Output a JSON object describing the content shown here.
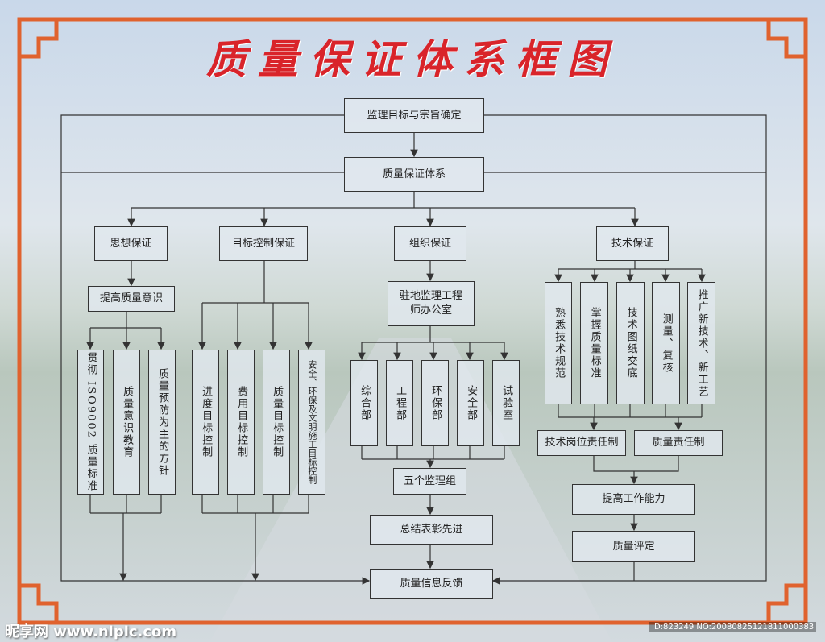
{
  "title": "质量保证体系框图",
  "nodes": {
    "goal": "监理目标与宗旨确定",
    "system": "质量保证体系",
    "ideology": "思想保证",
    "target_ctrl": "目标控制保证",
    "organization": "组织保证",
    "technology": "技术保证",
    "raise_awareness": "提高质量意识",
    "iso9002": "贯彻 ISO9002 质量标准",
    "quality_edu": "质量意识教育",
    "prevention": "质量预防为主的方针",
    "progress_ctrl": "进度目标控制",
    "cost_ctrl": "费用目标控制",
    "quality_ctrl": "质量目标控制",
    "safety_ctrl": "安全、环保及文明施工目标控制",
    "site_office": "驻地监理工程师办公室",
    "general_dept": "综合部",
    "engineering_dept": "工程部",
    "env_dept": "环保部",
    "safety_dept": "安全部",
    "lab": "试验室",
    "five_groups": "五个监理组",
    "summary": "总结表彰先进",
    "feedback": "质量信息反馈",
    "tech_spec": "熟悉技术规范",
    "quality_std": "掌握质量标准",
    "drawing": "技术图纸交底",
    "survey": "测量、复核",
    "new_tech": "推广新技术、新工艺",
    "tech_duty": "技术岗位责任制",
    "quality_duty": "质量责任制",
    "work_ability": "提高工作能力",
    "quality_eval": "质量评定"
  },
  "watermark": {
    "site": "昵享网 www.nipic.com",
    "id": "ID:823249 NO:20080825121811000383"
  },
  "colors": {
    "title": "#d9242a",
    "border": "#e0622e",
    "line": "#333333"
  }
}
